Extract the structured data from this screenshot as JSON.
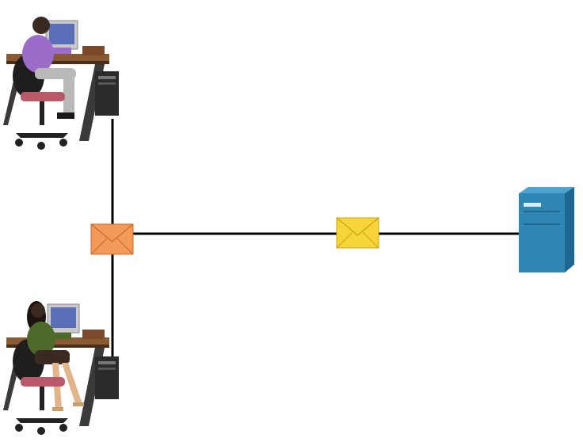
{
  "diagram": {
    "nodes": [
      {
        "id": "workstation-top",
        "icon": "user-at-desk-icon",
        "role": "client"
      },
      {
        "id": "workstation-bottom",
        "icon": "user-at-desk-icon",
        "role": "client"
      },
      {
        "id": "server",
        "icon": "server-tower-icon",
        "role": "server"
      }
    ],
    "links": [
      {
        "from": "workstation-top",
        "to": "junction"
      },
      {
        "from": "workstation-bottom",
        "to": "junction"
      },
      {
        "from": "junction",
        "to": "server"
      }
    ],
    "messages": [
      {
        "id": "message-envelope-orange",
        "icon": "envelope-icon",
        "color": "#f39a5a"
      },
      {
        "id": "message-envelope-yellow",
        "icon": "envelope-icon",
        "color": "#f7d438"
      }
    ],
    "colors": {
      "link": "#000000",
      "server_body": "#2e86b4",
      "server_side": "#1f6790",
      "server_top": "#4aa3d0"
    }
  }
}
